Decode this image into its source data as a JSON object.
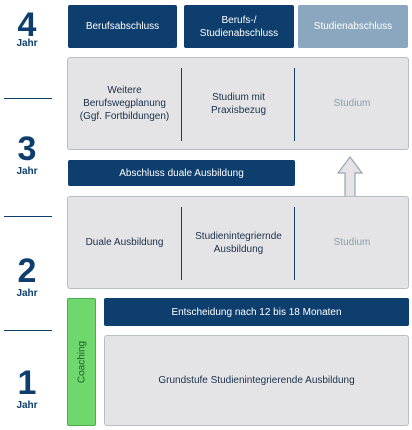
{
  "years": [
    {
      "number": "4",
      "label": "Jahr"
    },
    {
      "number": "3",
      "label": "Jahr"
    },
    {
      "number": "2",
      "label": "Jahr"
    },
    {
      "number": "1",
      "label": "Jahr"
    }
  ],
  "top_row": {
    "berufsabschluss": "Berufsabschluss",
    "berufs_studienabschluss_line1": "Berufs-/",
    "berufs_studienabschluss_line2": "Studienabschluss",
    "studienabschluss": "Studienabschluss"
  },
  "year3_box": {
    "col1_line1": "Weitere",
    "col1_line2": "Berufswegplanung",
    "col1_line3": "(Ggf. Fortbildungen)",
    "col2_line1": "Studium mit",
    "col2_line2": "Praxisbezug",
    "col3": "Studium"
  },
  "abschluss_duale": "Abschluss duale Ausbildung",
  "year2_box": {
    "col1": "Duale Ausbildung",
    "col2_line1": "Studienintegriernde",
    "col2_line2": "Ausbildung",
    "col3": "Studium"
  },
  "entscheidung": "Entscheidung nach 12 bis 18 Monaten",
  "coaching": "Coaching",
  "grundstufe": "Grundstufe Studienintegrierende Ausbildung",
  "colors": {
    "navy": "#0d3e6e",
    "light_blue": "#8aa7bf",
    "grey_box": "#e4e4e6",
    "coaching_green": "#6fd86c"
  }
}
